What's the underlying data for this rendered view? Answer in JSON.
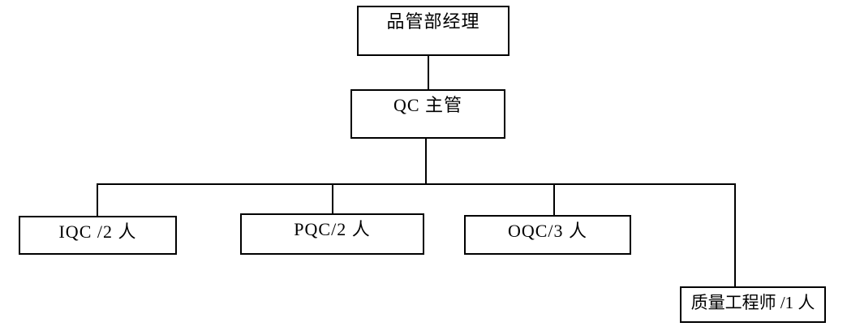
{
  "org_chart": {
    "nodes": {
      "manager": {
        "label": "品管部经理"
      },
      "supervisor": {
        "label": "QC 主管"
      },
      "iqc": {
        "label": "IQC /2 人"
      },
      "pqc": {
        "label": "PQC/2 人"
      },
      "oqc": {
        "label": "OQC/3 人"
      },
      "engineer": {
        "label": "质量工程师 /1 人"
      }
    },
    "hierarchy": [
      {
        "parent": "品管部经理",
        "children": [
          "QC 主管"
        ]
      },
      {
        "parent": "QC 主管",
        "children": [
          "IQC /2 人",
          "PQC/2 人",
          "OQC/3 人",
          "质量工程师 /1 人"
        ]
      }
    ],
    "colors": {
      "background": "#ffffff",
      "box_border": "#000000",
      "connector_line": "#000000",
      "text": "#000000"
    }
  }
}
